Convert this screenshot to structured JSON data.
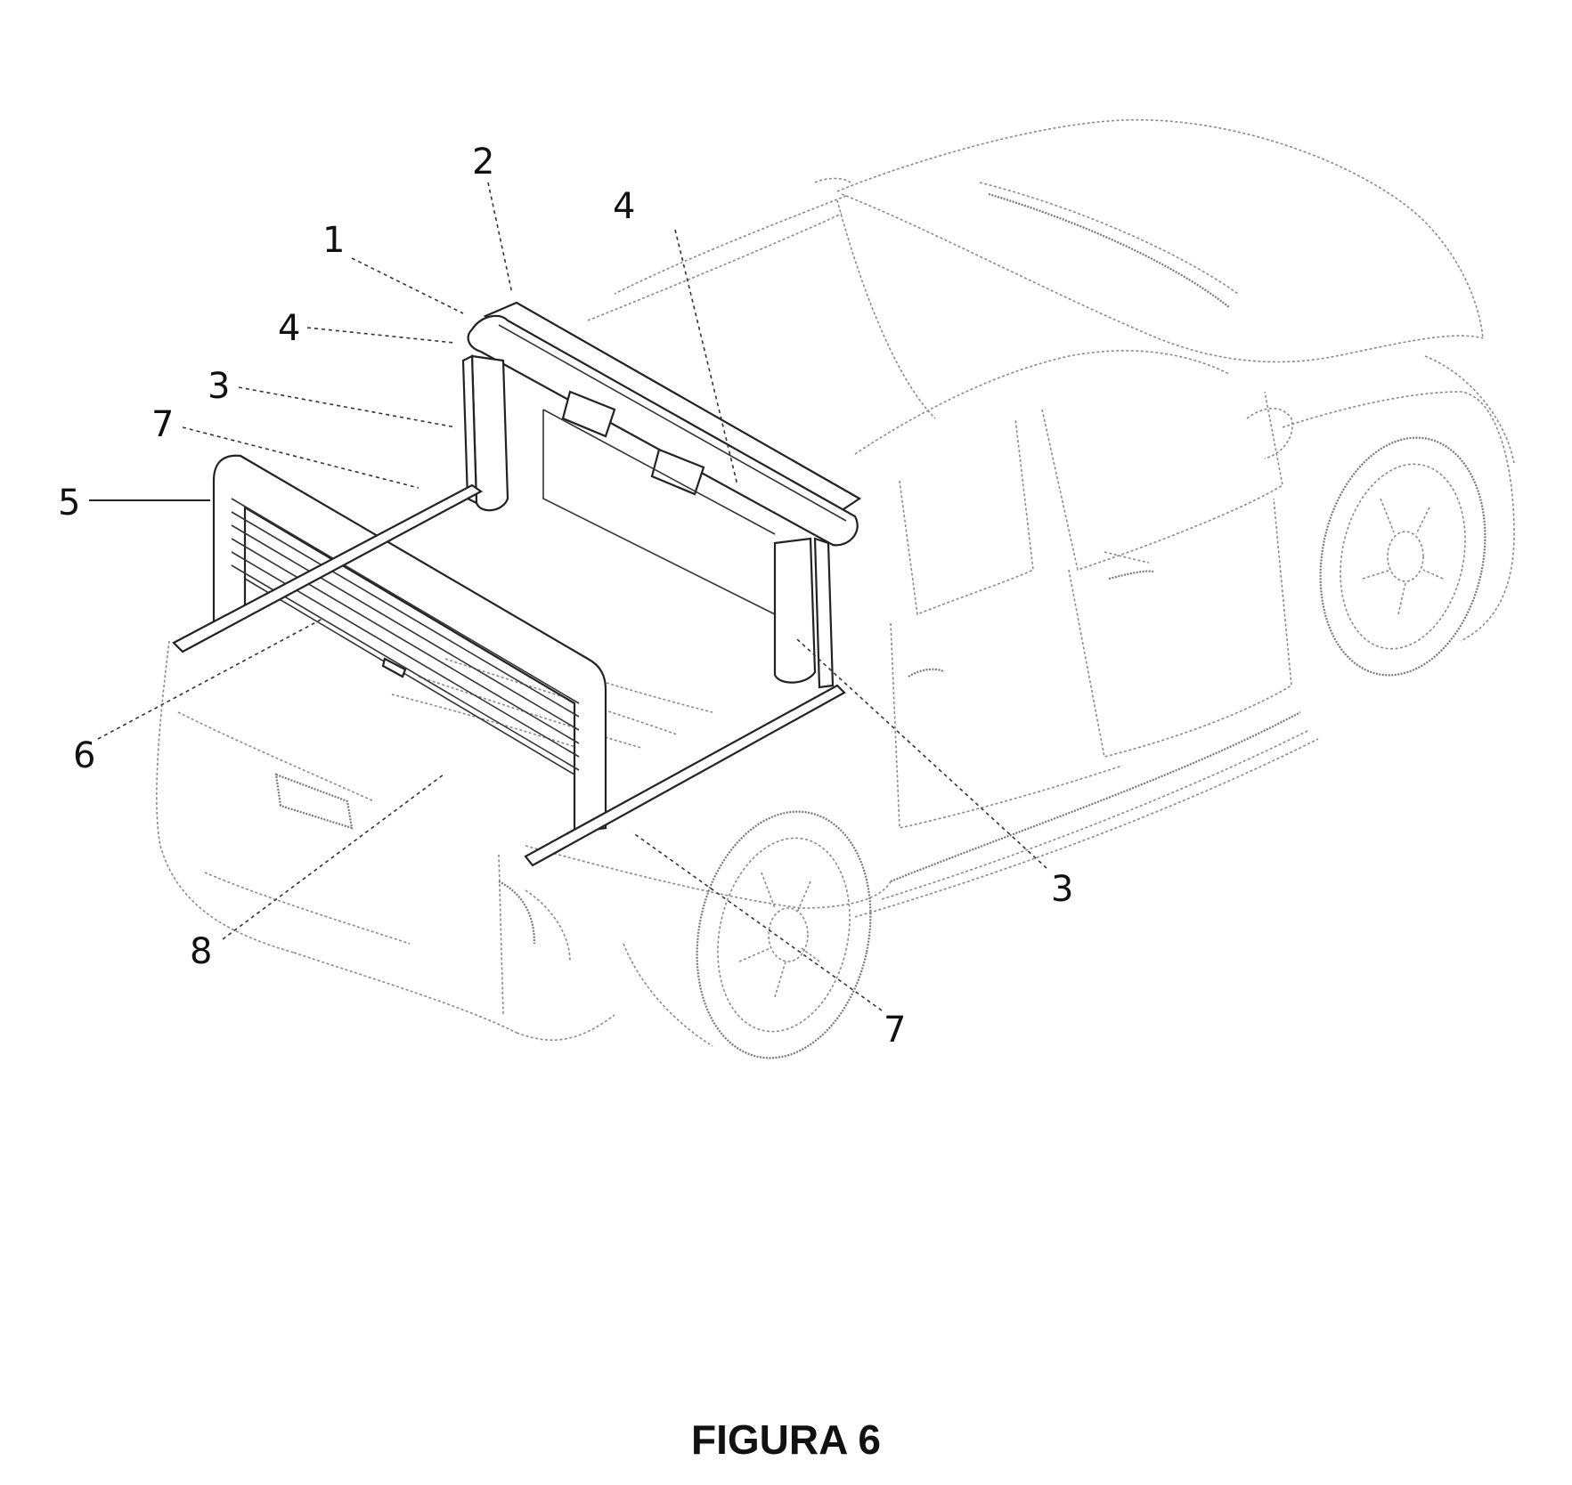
{
  "figure": {
    "caption": "FIGURA 6",
    "reference_labels": [
      "2",
      "1",
      "4",
      "4",
      "3",
      "7",
      "5",
      "6",
      "8",
      "3",
      "7"
    ]
  },
  "colors": {
    "ink": "#111111",
    "outline": "#8a8a8a",
    "background": "#ffffff"
  }
}
